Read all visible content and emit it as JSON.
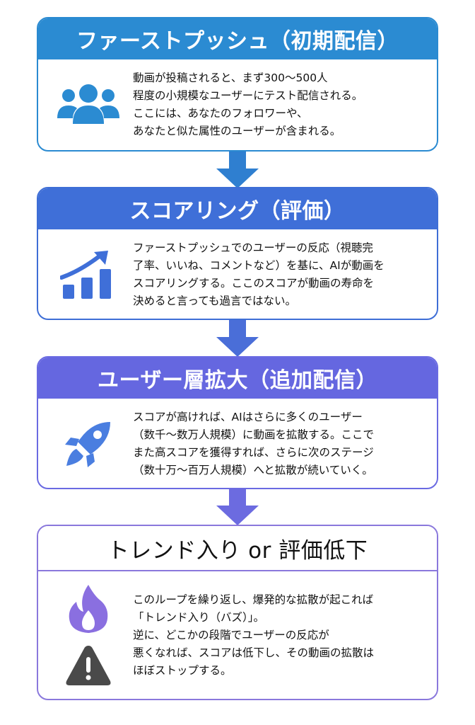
{
  "steps": [
    {
      "title": "ファーストプッシュ（初期配信）",
      "icon": "users-icon",
      "lines": [
        "動画が投稿されると、まず300〜500人",
        "程度の小規模なユーザーにテスト配信される。",
        "ここには、あなたのフォロワーや、",
        "あなたと似た属性のユーザーが含まれる。"
      ],
      "color": "#2b8bd2"
    },
    {
      "title": "スコアリング（評価）",
      "icon": "growth-chart-icon",
      "lines": [
        "ファーストプッシュでのユーザーの反応（視聴完",
        "了率、いいね、コメントなど）を基に、AIが動画を",
        "スコアリングする。ここのスコアが動画の寿命を",
        "決めると言っても過言ではない。"
      ],
      "color": "#3f6fd8"
    },
    {
      "title": "ユーザー層拡大（追加配信）",
      "icon": "rocket-icon",
      "lines": [
        "スコアが高ければ、AIはさらに多くのユーザー",
        "（数千〜数万人規模）に動画を拡散する。ここで",
        "また高スコアを獲得すれば、さらに次のステージ",
        "（数十万〜百万人規模）へと拡散が続いていく。"
      ],
      "color": "#6567e0"
    },
    {
      "title": "トレンド入り or 評価低下",
      "icons": [
        "fire-icon",
        "warning-icon"
      ],
      "lines": [
        "このループを繰り返し、爆発的な拡散が起これば",
        "「トレンド入り（バズ）」。",
        "逆に、どこかの段階でユーザーの反応が",
        "悪くなれば、スコアは低下し、その動画の拡散は",
        "ほぼストップする。"
      ],
      "color": "#8a78dc"
    }
  ],
  "arrow_colors": [
    "#2f7fd0",
    "#4a6ed8",
    "#6c6be0"
  ]
}
